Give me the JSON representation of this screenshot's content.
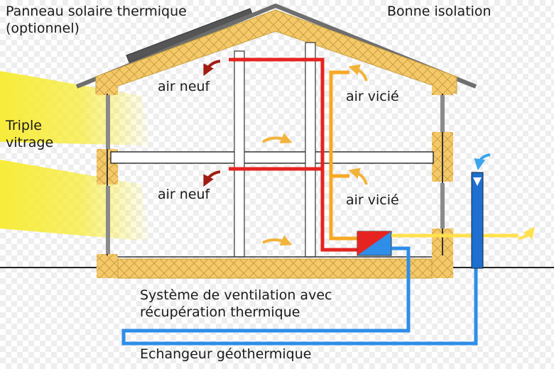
{
  "labels": {
    "solar_panel_line1": "Panneau solaire thermique",
    "solar_panel_line2": "(optionnel)",
    "insulation": "Bonne isolation",
    "glazing_line1": "Triple",
    "glazing_line2": "vitrage",
    "fresh_air_upper": "air neuf",
    "fresh_air_lower": "air neuf",
    "stale_air_upper": "air vicié",
    "stale_air_lower": "air vicié",
    "ventilation_line1": "Système de ventilation avec",
    "ventilation_line2": "récupération thermique",
    "geothermal": "Echangeur géothermique"
  },
  "colors": {
    "insulation_fill": "#f5c96a",
    "insulation_stroke": "#c9a040",
    "fresh_air_duct": "#e52421",
    "stale_air_duct": "#f7a823",
    "geothermal_duct": "#2e8ee8",
    "outlet_pipe": "#1e6fd0",
    "exhaust_line": "#ffe14d",
    "sunlight": "#f7ec3a",
    "arrow_fresh": "#a01c12",
    "arrow_stale": "#f2b33a",
    "arrow_intake": "#3aa6ee",
    "roof": "#6e6e6e"
  }
}
